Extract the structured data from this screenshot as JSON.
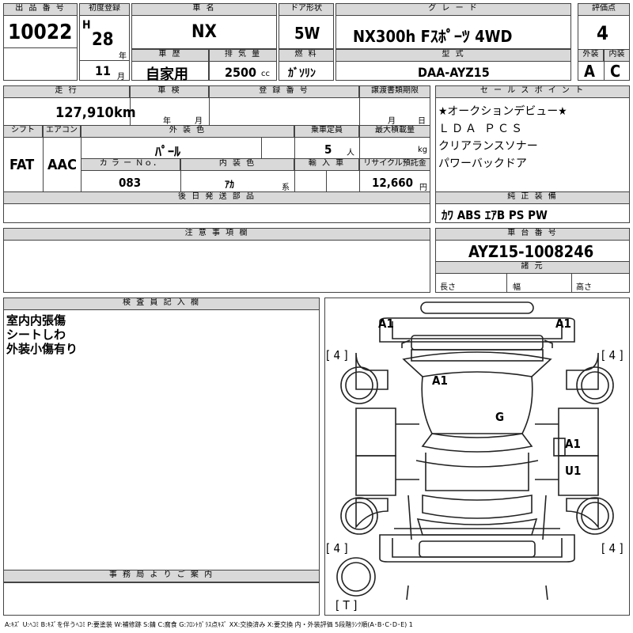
{
  "header": {
    "lot_label": "出 品 番 号",
    "lot_number": "10022",
    "first_reg_label": "初度登録",
    "era": "H",
    "year": "28",
    "year_unit": "年",
    "month": "11",
    "month_unit": "月",
    "car_name_label": "車 名",
    "car_name": "NX",
    "door_label": "ドア形状",
    "door": "5W",
    "grade_label": "グ レ ー ド",
    "grade": "NX300h Fｽﾎﾟｰﾂ 4WD",
    "score_label": "評価点",
    "score": "4",
    "history_label": "車 歴",
    "history": "自家用",
    "displacement_label": "排 気 量",
    "displacement": "2500",
    "displacement_unit": "cc",
    "fuel_label": "燃 料",
    "fuel": "ｶﾞｿﾘﾝ",
    "model_label": "型 式",
    "model": "DAA-AYZ15",
    "ext_label": "外装",
    "ext_grade": "A",
    "int_label": "内装",
    "int_grade": "C"
  },
  "row2": {
    "mileage_label": "走 行",
    "mileage": "127,910",
    "mileage_unit": "km",
    "inspection_label": "車 検",
    "insp_year_unit": "年",
    "insp_month_unit": "月",
    "reg_label": "登 録 番 号",
    "transfer_label": "譲渡書類期限",
    "transfer_month_unit": "月",
    "transfer_day_unit": "日",
    "shift_label": "シフト",
    "shift": "FAT",
    "ac_label": "エアコン",
    "ac": "AAC",
    "ext_color_label": "外 装 色",
    "ext_color": "ﾊﾟｰﾙ",
    "capacity_label": "乗車定員",
    "capacity": "5",
    "capacity_unit": "人",
    "load_label": "最大積載量",
    "load_unit": "kg",
    "color_no_label": "カ ラ ー Ｎｏ．",
    "color_no": "083",
    "int_color_label": "内 装 色",
    "int_color": "ｱｶ",
    "int_color_unit": "系",
    "import_label": "輸 入 車",
    "recycle_label": "リサイクル預託金",
    "recycle": "12,660",
    "recycle_unit": "円",
    "later_label": "後 日 発 送 部 品"
  },
  "selling": {
    "label": "セ ー ル ス ポ イ ン ト",
    "lines": [
      "★オークションデビュー★",
      "ＬＤＡ ＰＣＳ",
      "クリアランスソナー",
      "パワーバックドア"
    ]
  },
  "equipment": {
    "label": "純 正 装 備",
    "value": "ｶﾜ ABS ｴｱB PS PW"
  },
  "notes": {
    "label": "注 意 事 項 欄"
  },
  "chassis": {
    "label": "車 台 番 号",
    "number": "AYZ15-1008246",
    "specs_label": "諸 元",
    "length_label": "長さ",
    "width_label": "幅",
    "height_label": "高さ"
  },
  "inspector": {
    "label": "検 査 員 記 入 欄",
    "lines": [
      "室内内張傷",
      "シートしわ",
      "外装小傷有り"
    ]
  },
  "office": {
    "label": "事 務 局 よ り ご 案 内"
  },
  "diagram": {
    "marks": [
      "A1",
      "A1",
      "A1",
      "G",
      "A1",
      "U1"
    ],
    "tires": [
      "[ 4 ]",
      "[ 4 ]",
      "[ 4 ]",
      "[ 4 ]"
    ],
    "spare": "[ T ]"
  },
  "legend": "A:ｷｽﾞ U:ﾍｺﾐ B:ｷｽﾞを伴うﾍｺﾐ P:要塗装 W:補修跡 S:錆 C:腐食 G:ﾌﾛﾝﾄｶﾞﾗｽ点ｷｽﾞ XX:交換済み X:要交換 内・外装評価 5段階ﾗﾝｸ順(A･B･C･D･E) 1"
}
